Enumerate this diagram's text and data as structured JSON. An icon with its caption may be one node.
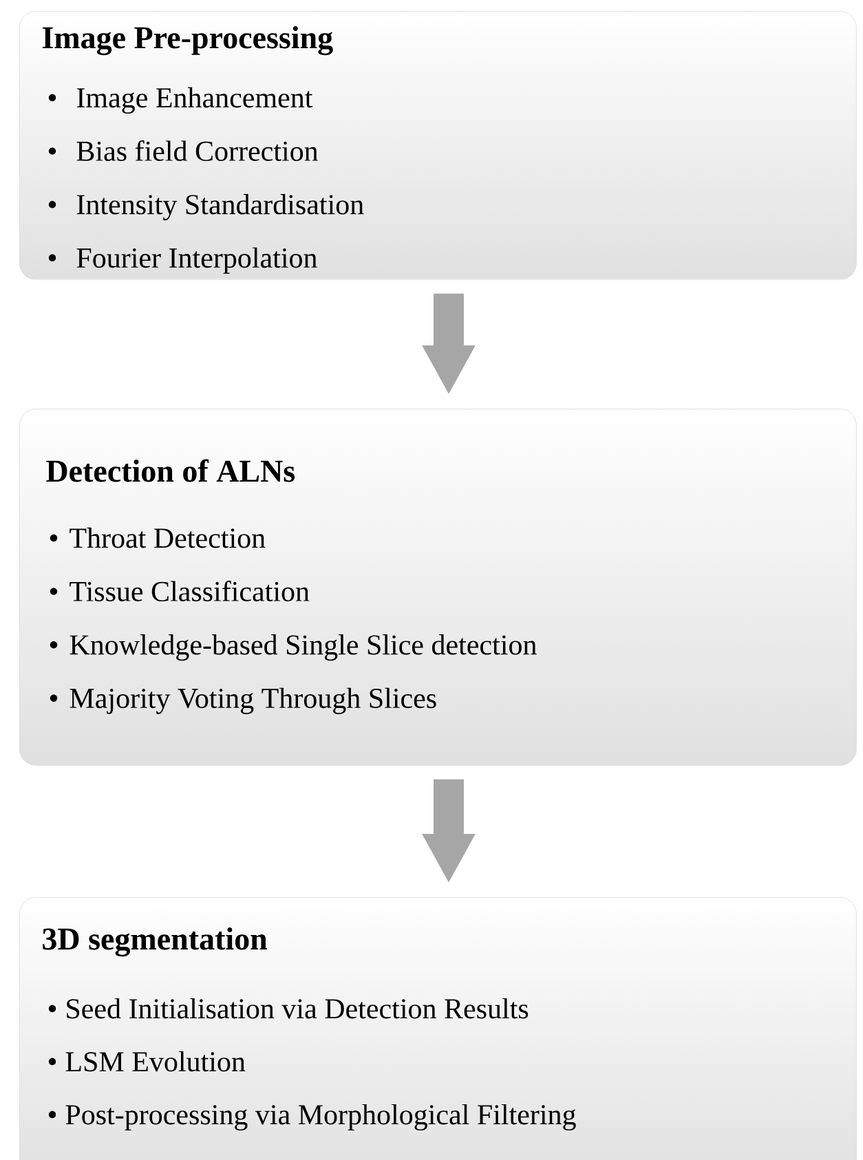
{
  "diagram": {
    "nodes": [
      {
        "text": [
          "Image Pre-processing",
          "Image Enhancement",
          "Bias field Correction",
          "Intensity Standardisation",
          "Fourier Interpolation"
        ]
      },
      {
        "text": [
          "Detection of ALNs",
          "Throat Detection",
          "Tissue Classification",
          "Knowledge-based Single Slice detection",
          "Majority Voting Through Slices"
        ]
      },
      {
        "text": [
          "3D segmentation",
          "Seed Initialisation via Detection Results",
          "LSM Evolution",
          "Post-processing via Morphological Filtering"
        ]
      }
    ],
    "edges": [
      {
        "from": 0,
        "to": 1,
        "arrow": "to"
      },
      {
        "from": 1,
        "to": 2,
        "arrow": "to"
      }
    ]
  }
}
